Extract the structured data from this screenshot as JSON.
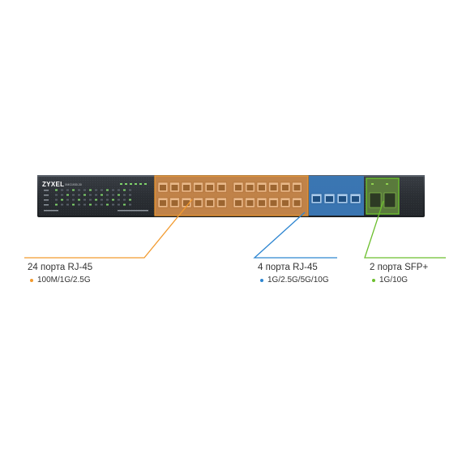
{
  "device": {
    "brand_logo": "ZYXEL",
    "model": "XMG1930-30"
  },
  "port_groups": [
    {
      "id": "rj45-24",
      "title": "24 порта RJ-45",
      "speed": "100M/1G/2.5G",
      "color": "#f29a2e"
    },
    {
      "id": "rj45-4",
      "title": "4 порта RJ-45",
      "speed": "1G/2.5G/5G/10G",
      "color": "#2e86d1"
    },
    {
      "id": "sfp-2",
      "title": "2 порта SFP+",
      "speed": "1G/10G",
      "color": "#6cbf2e"
    }
  ]
}
